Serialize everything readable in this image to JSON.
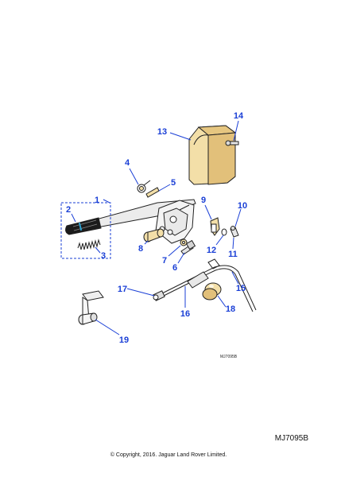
{
  "diagram": {
    "callouts": [
      "1",
      "2",
      "3",
      "4",
      "5",
      "6",
      "7",
      "8",
      "9",
      "10",
      "11",
      "12",
      "13",
      "14",
      "15",
      "16",
      "17",
      "18",
      "19"
    ]
  },
  "footer": {
    "ref_small": "MJ7095B",
    "ref_large": "MJ7095B",
    "copyright": "© Copyright, 2016. Jaguar Land Rover Limited."
  }
}
